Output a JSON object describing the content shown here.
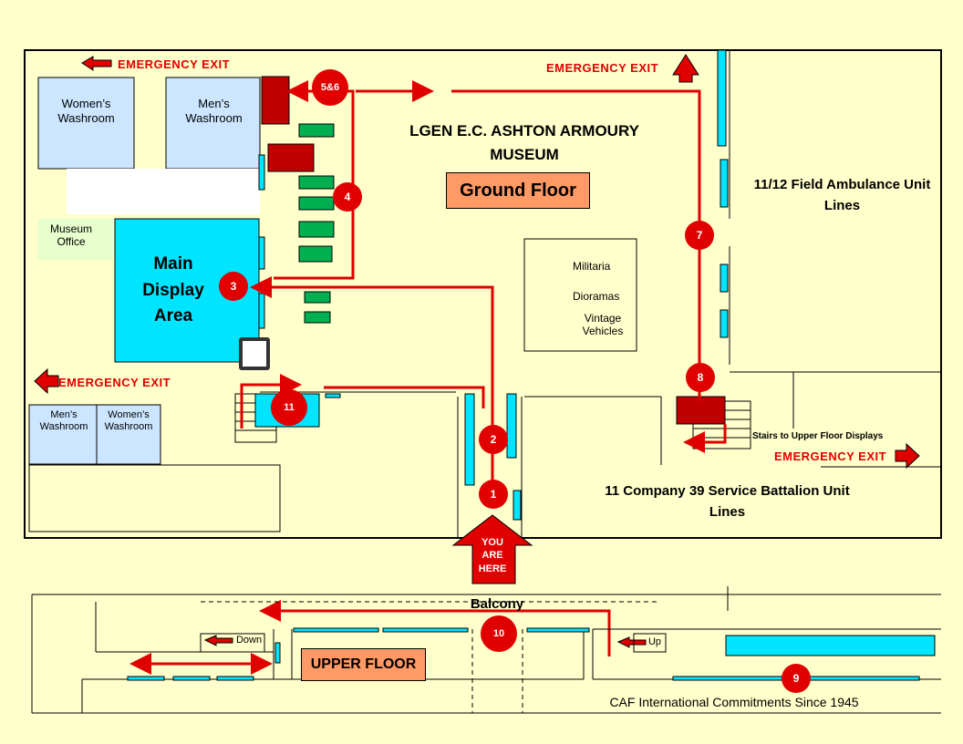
{
  "title_line1": "LGEN  E.C. ASHTON ARMOURY",
  "title_line2": "MUSEUM",
  "ground_floor": "Ground Floor",
  "upper_floor": "UPPER FLOOR",
  "emergency_exit": "EMERGENCY  EXIT",
  "womens_washroom": "Women’s Washroom",
  "mens_washroom": "Men’s Washroom",
  "museum_office": "Museum Office",
  "main_display_area": "Main Display Area",
  "field_ambulance": "11/12 Field Ambulance Unit Lines",
  "service_battalion": "11 Company  39 Service Battalion Unit Lines",
  "stairs_upper": "Stairs to Upper Floor Displays",
  "you_are_here": "YOU ARE HERE",
  "balcony": "Balcony",
  "down": "Down",
  "up": "Up",
  "caf": "CAF International  Commitments  Since 1945",
  "legend": [
    {
      "label": "Militaria",
      "color": "#00e5ff"
    },
    {
      "label": "Dioramas",
      "color": "#c00000"
    },
    {
      "label": "Vintage Vehicles",
      "color": "#00b050"
    }
  ],
  "stops": [
    "1",
    "2",
    "3",
    "4",
    "5&6",
    "7",
    "8",
    "9",
    "10",
    "11"
  ]
}
